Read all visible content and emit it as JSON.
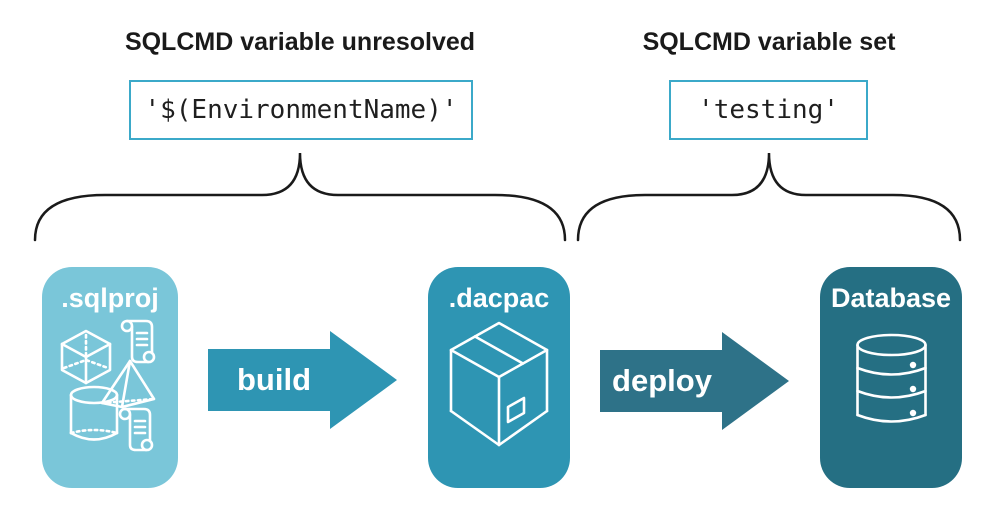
{
  "annotations": {
    "left": {
      "heading": "SQLCMD variable unresolved",
      "value": "'$(EnvironmentName)'"
    },
    "right": {
      "heading": "SQLCMD variable set",
      "value": "'testing'"
    }
  },
  "pipeline": {
    "nodes": [
      {
        "id": "sqlproj",
        "label": ".sqlproj",
        "color": "#7ac6d9"
      },
      {
        "id": "dacpac",
        "label": ".dacpac",
        "color": "#2e95b3"
      },
      {
        "id": "database",
        "label": "Database",
        "color": "#256f83"
      }
    ],
    "arrows": [
      {
        "id": "build",
        "label": "build",
        "color": "#2e95b3"
      },
      {
        "id": "deploy",
        "label": "deploy",
        "color": "#2e7288"
      }
    ]
  },
  "icons": {
    "sqlproj": [
      "cube-icon",
      "scroll-icon",
      "pyramid-icon",
      "cylinder-icon",
      "scroll-icon"
    ],
    "dacpac": [
      "package-icon"
    ],
    "database": [
      "database-icon"
    ]
  },
  "colors": {
    "background": "#ffffff",
    "heading_text": "#1a1a1a",
    "code_text": "#1f1f1f",
    "value_box_border": "#3ba9c9",
    "brace_stroke": "#1a1a1a",
    "icon_stroke": "#ffffff"
  }
}
